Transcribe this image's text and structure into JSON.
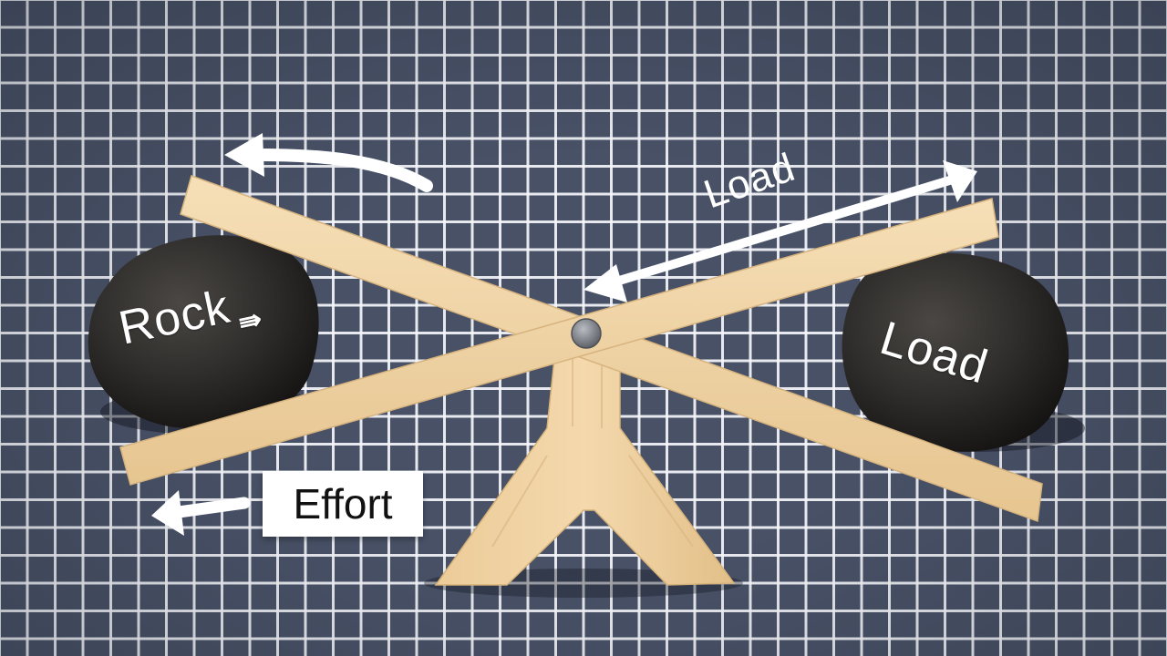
{
  "labels": {
    "rock": "Rock",
    "rock_arrow": "⇛",
    "load_on_arrow": "Load",
    "load_on_rock": "Load",
    "effort": "Effort"
  },
  "colors": {
    "grid_background": "#485166",
    "grid_lines": "#f4f6fa",
    "wood": "#efd2a4",
    "rock": "#2e2c2a",
    "arrow": "#ffffff",
    "pivot": "#8a8d93"
  }
}
